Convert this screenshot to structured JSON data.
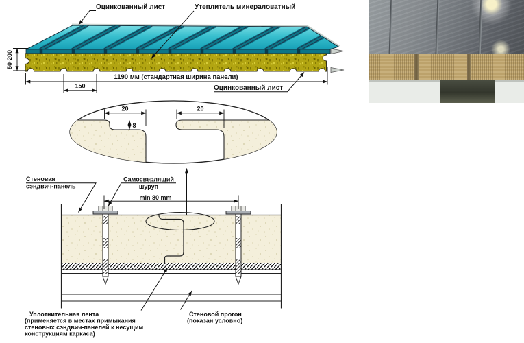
{
  "panel_drawing": {
    "label_galvanized_top": "Оцинкованный лист",
    "label_insulation": "Утеплитель минераловатный",
    "label_galvanized_bottom": "Оцинкованный лист",
    "dim_thickness": "50-200",
    "dim_width": "1190 мм (стандартная ширина панели)",
    "dim_pitch": "150"
  },
  "lock_detail": {
    "dim_left": "20",
    "dim_right": "20",
    "dim_depth": "8"
  },
  "section_drawing": {
    "label_wall_panel": [
      "Стеновая",
      "сэндвич-панель"
    ],
    "label_screw": [
      "Самосверлящий",
      "шуруп"
    ],
    "dim_min_spacing": "min 80 mm",
    "label_sealing_tape": [
      "Уплотнительная лента",
      "(применяется в местах примыкания",
      "стеновых сэндвич-панелей к несущим",
      "конструкциям каркаса)"
    ],
    "label_purlin": [
      "Стеновой прогон",
      "(показан условно)"
    ]
  },
  "colors": {
    "sheet_teal": "#2db4c6",
    "sheet_teal_dark": "#0d7587",
    "rib_line": "#1c3850",
    "wool_yellow": "#b2a512",
    "core_cream": "#f4efdb",
    "drawing_line": "#1a1a1a",
    "washer_gray": "#a9aeb4",
    "photo_metal": "#7d8287",
    "photo_wool": "#bca26b",
    "photo_gap": "#3c4034"
  }
}
